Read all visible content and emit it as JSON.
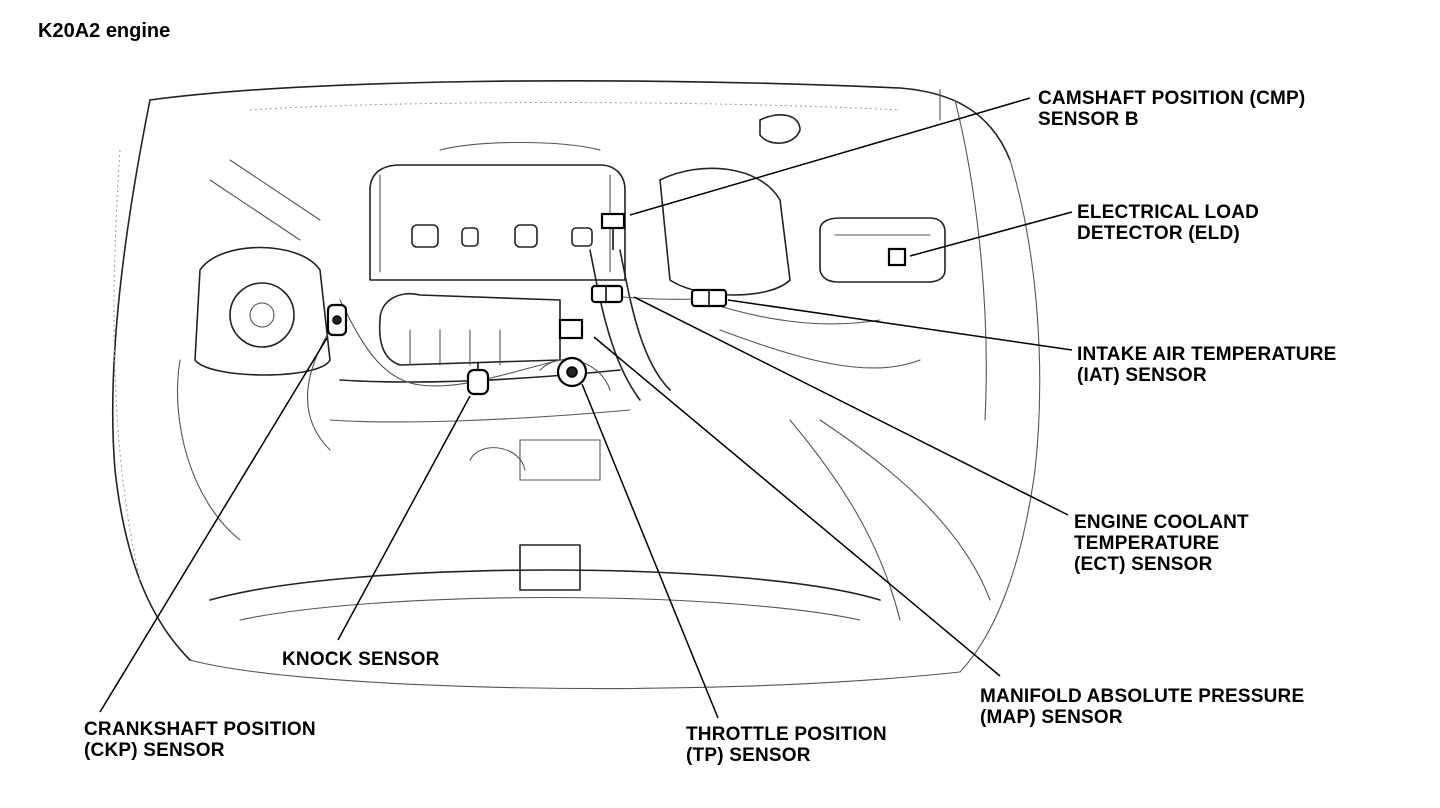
{
  "title": "K20A2 engine",
  "labels": {
    "cmp": {
      "line1": "CAMSHAFT POSITION (CMP)",
      "line2": "SENSOR B"
    },
    "eld": {
      "line1": "ELECTRICAL LOAD",
      "line2": "DETECTOR (ELD)"
    },
    "iat": {
      "line1": "INTAKE AIR TEMPERATURE",
      "line2": "(IAT) SENSOR"
    },
    "ect": {
      "line1": "ENGINE COOLANT",
      "line2": "TEMPERATURE",
      "line3": "(ECT) SENSOR"
    },
    "map": {
      "line1": "MANIFOLD ABSOLUTE PRESSURE",
      "line2": "(MAP) SENSOR"
    },
    "tp": {
      "line1": "THROTTLE POSITION",
      "line2": "(TP) SENSOR"
    },
    "knock": {
      "line1": "KNOCK SENSOR"
    },
    "ckp": {
      "line1": "CRANKSHAFT POSITION",
      "line2": "(CKP) SENSOR"
    }
  }
}
